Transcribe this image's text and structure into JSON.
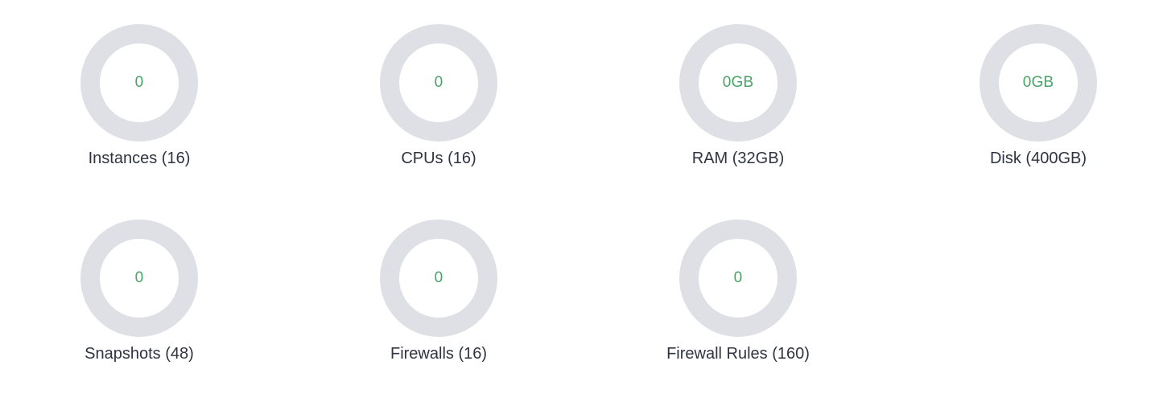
{
  "colors": {
    "ring_track": "#dfe0e5",
    "ring_fill": "#4aa366",
    "value_text": "#4aa366",
    "label_text": "#2f3440"
  },
  "quotas": [
    {
      "id": "instances",
      "value": "0",
      "label": "Instances (16)",
      "used_fraction": 0
    },
    {
      "id": "cpus",
      "value": "0",
      "label": "CPUs (16)",
      "used_fraction": 0
    },
    {
      "id": "ram",
      "value": "0GB",
      "label": "RAM (32GB)",
      "used_fraction": 0
    },
    {
      "id": "disk",
      "value": "0GB",
      "label": "Disk (400GB)",
      "used_fraction": 0
    },
    {
      "id": "snapshots",
      "value": "0",
      "label": "Snapshots (48)",
      "used_fraction": 0
    },
    {
      "id": "firewalls",
      "value": "0",
      "label": "Firewalls (16)",
      "used_fraction": 0
    },
    {
      "id": "firewall-rules",
      "value": "0",
      "label": "Firewall Rules (160)",
      "used_fraction": 0
    }
  ]
}
